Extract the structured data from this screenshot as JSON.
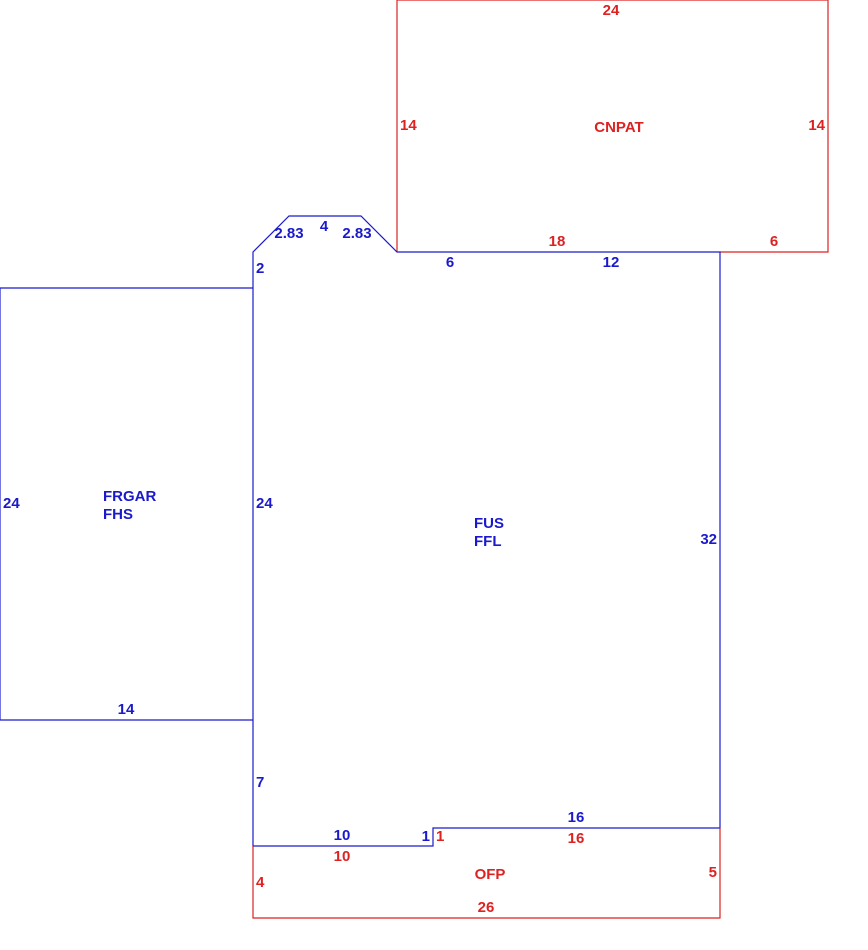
{
  "colors": {
    "building": "#1a1acc",
    "addition": "#dd2222"
  },
  "areas": {
    "cnpat": "CNPAT",
    "frgar": "FRGAR",
    "fhs": "FHS",
    "fus": "FUS",
    "ffl": "FFL",
    "ofp": "OFP"
  },
  "dimensions": {
    "cnpat_top": "24",
    "cnpat_left": "14",
    "cnpat_right": "14",
    "cnpat_bottom": "18",
    "cnpat_bottom_right": "6",
    "bay_left": "2.83",
    "bay_top": "4",
    "bay_right": "2.83",
    "main_top_left": "6",
    "main_top_right": "12",
    "main_left_upper": "2",
    "main_left": "24",
    "main_right": "32",
    "main_left_lower": "7",
    "main_bottom_left": "10",
    "main_step": "1",
    "main_bottom_right": "16",
    "garage_left": "24",
    "garage_bottom": "14",
    "ofp_top_left": "10",
    "ofp_step": "1",
    "ofp_top_right": "16",
    "ofp_left": "4",
    "ofp_right": "5",
    "ofp_bottom": "26"
  }
}
